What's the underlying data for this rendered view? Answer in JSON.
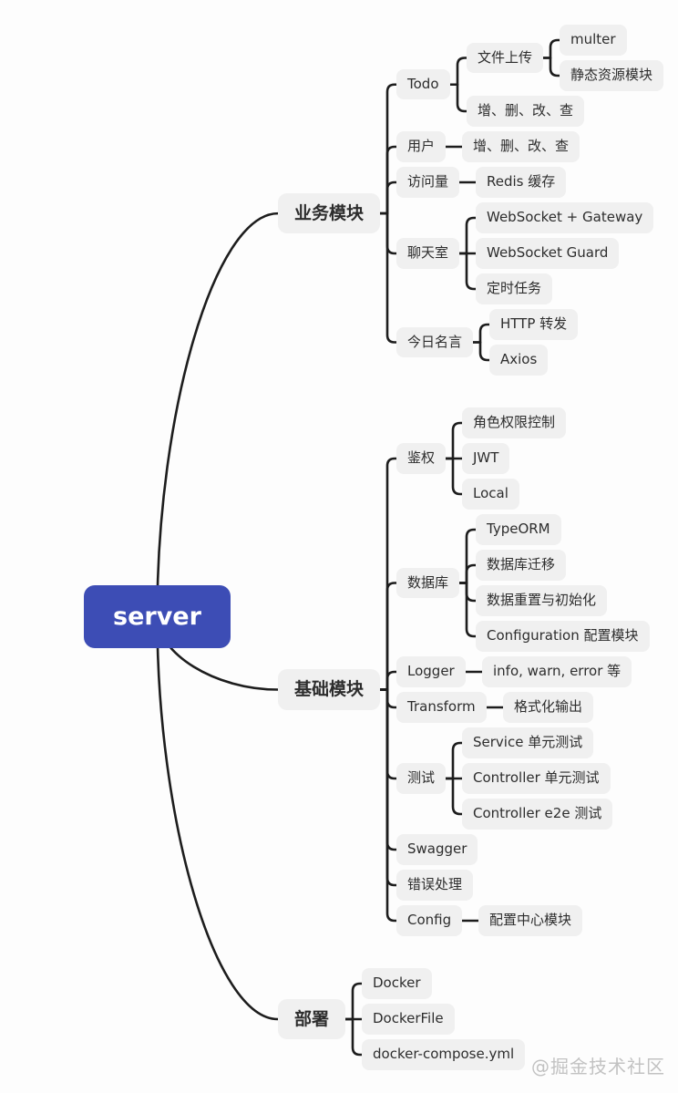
{
  "root": {
    "label": "server",
    "children": [
      {
        "label": "业务模块",
        "children": [
          {
            "label": "Todo",
            "children": [
              {
                "label": "文件上传",
                "children": [
                  {
                    "label": "multer"
                  },
                  {
                    "label": "静态资源模块"
                  }
                ]
              },
              {
                "label": "增、删、改、查"
              }
            ]
          },
          {
            "label": "用户",
            "children": [
              {
                "label": "增、删、改、查"
              }
            ]
          },
          {
            "label": "访问量",
            "children": [
              {
                "label": "Redis 缓存"
              }
            ]
          },
          {
            "label": "聊天室",
            "children": [
              {
                "label": "WebSocket + Gateway"
              },
              {
                "label": "WebSocket Guard"
              },
              {
                "label": "定时任务"
              }
            ]
          },
          {
            "label": "今日名言",
            "children": [
              {
                "label": "HTTP 转发"
              },
              {
                "label": "Axios"
              }
            ]
          }
        ]
      },
      {
        "label": "基础模块",
        "children": [
          {
            "label": "鉴权",
            "children": [
              {
                "label": "角色权限控制"
              },
              {
                "label": "JWT"
              },
              {
                "label": "Local"
              }
            ]
          },
          {
            "label": "数据库",
            "children": [
              {
                "label": "TypeORM"
              },
              {
                "label": "数据库迁移"
              },
              {
                "label": "数据重置与初始化"
              },
              {
                "label": "Configuration 配置模块"
              }
            ]
          },
          {
            "label": "Logger",
            "children": [
              {
                "label": "info, warn, error 等"
              }
            ]
          },
          {
            "label": "Transform",
            "children": [
              {
                "label": "格式化输出"
              }
            ]
          },
          {
            "label": "测试",
            "children": [
              {
                "label": "Service 单元测试"
              },
              {
                "label": "Controller 单元测试"
              },
              {
                "label": "Controller e2e 测试"
              }
            ]
          },
          {
            "label": "Swagger"
          },
          {
            "label": "错误处理"
          },
          {
            "label": "Config",
            "children": [
              {
                "label": "配置中心模块"
              }
            ]
          }
        ]
      },
      {
        "label": "部署",
        "children": [
          {
            "label": "Docker"
          },
          {
            "label": "DockerFile"
          },
          {
            "label": "docker-compose.yml"
          }
        ]
      }
    ]
  },
  "watermark": "@掘金技术社区",
  "colors": {
    "canvas_bg": "#fdfdfd",
    "node_bg": "#f0f0f0",
    "node_text": "#2d2d2d",
    "root_bg": "#3d4db5",
    "root_text": "#ffffff",
    "line": "#1d1d1d",
    "watermark": "#c2c2c2"
  }
}
